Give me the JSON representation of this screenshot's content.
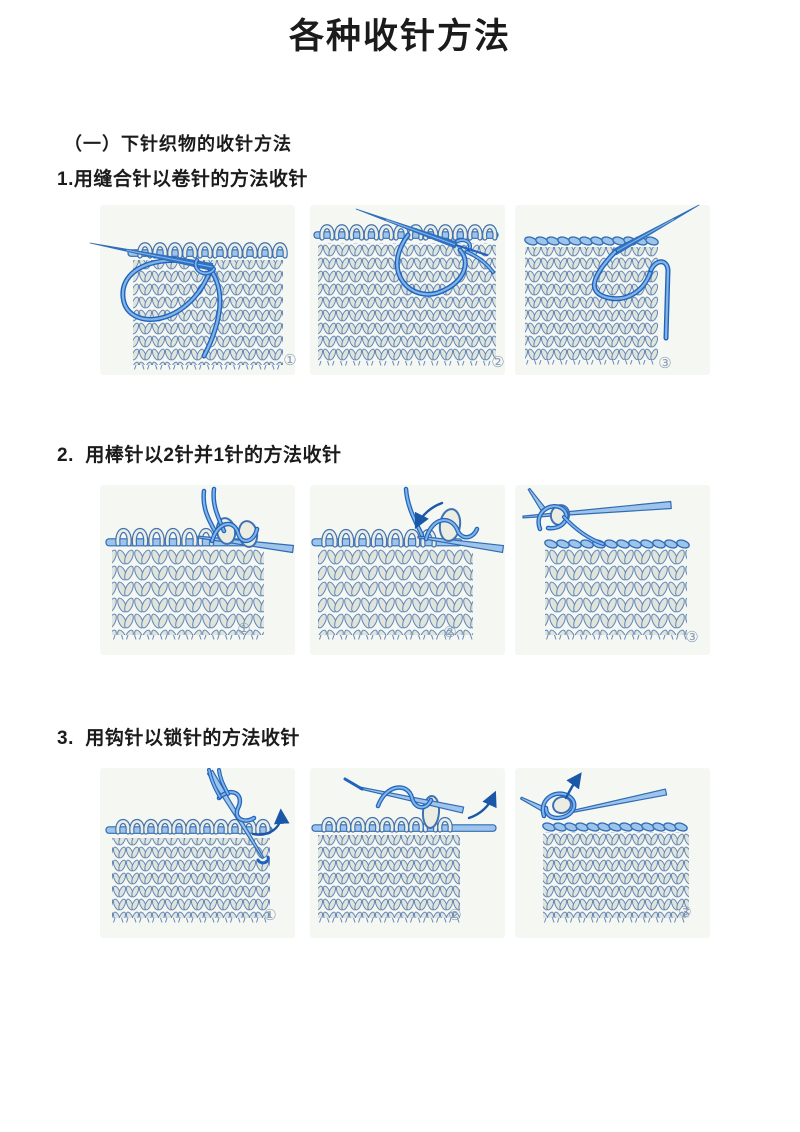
{
  "page": {
    "title": "各种收针方法"
  },
  "colors": {
    "text": "#1b1b1b",
    "panel_bg": "#f5f7f3",
    "stitch_fill": "#e0e5dc",
    "stitch_stroke": "#6487b9",
    "loop_fill": "#ebece2",
    "loop_stroke": "#3f72b2",
    "needle_bar_fill": "#9fc4ec",
    "needle_bar_stroke": "#2f6cb4",
    "sewing_needle_fill": "#2e72c8",
    "yarn_dark": "#1f63be",
    "yarn_light": "#82b4e6",
    "arrow": "#1a57a8",
    "badge": "#8c9fb6"
  },
  "sections": [
    {
      "heading": "（一）下针织物的收针方法",
      "items": [
        {
          "label": "1.用缝合针以卷针的方法收针",
          "panels": [
            {
              "number": "①",
              "icon": "knit-swatch-sewing-needle-illustration"
            },
            {
              "number": "②",
              "icon": "knit-swatch-sewing-needle-illustration"
            },
            {
              "number": "③",
              "icon": "knit-swatch-finished-edge-illustration"
            }
          ]
        },
        {
          "label": "2.  用棒针以2针并1针的方法收针",
          "panels": [
            {
              "number": "①",
              "icon": "knit-swatch-two-needles-illustration"
            },
            {
              "number": "②",
              "icon": "knit-swatch-two-needles-illustration"
            },
            {
              "number": "③",
              "icon": "knit-swatch-finished-edge-illustration"
            }
          ]
        },
        {
          "label": "3.  用钩针以锁针的方法收针",
          "panels": [
            {
              "number": "①",
              "icon": "knit-swatch-crochet-hook-illustration"
            },
            {
              "number": "②",
              "icon": "knit-swatch-crochet-hook-illustration"
            },
            {
              "number": "③",
              "icon": "knit-swatch-chain-edge-illustration"
            }
          ]
        }
      ]
    }
  ]
}
